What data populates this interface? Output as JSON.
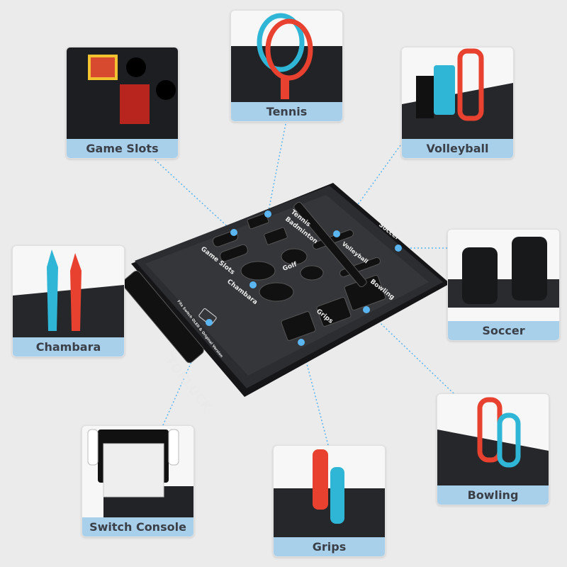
{
  "panels": {
    "game_slots": "Game Slots",
    "tennis_badminton": "Tennis Badminton",
    "volleyball": "Volleyball",
    "chambara": "Chambara",
    "soccer": "Soccer",
    "switch_console": "Switch Console",
    "grips": "Grips",
    "bowling": "Bowling"
  },
  "tray": {
    "brand": "TOKLUCK",
    "fit_note": "Fits Switch OLED & Original Version",
    "slots": {
      "tennis": "Tennis",
      "badminton": "Badminton",
      "game_slots": "Game Slots",
      "volleyball": "Volleyball",
      "soccer": "Soccer",
      "golf": "Golf",
      "chambara": "Chambara",
      "bowling": "Bowling",
      "grips": "Grips"
    }
  },
  "colors": {
    "background": "#ebebeb",
    "label_bg": "#a9d0ea",
    "label_text": "#3a3f48",
    "tray": "#2a2b2e",
    "callout_dot": "#5bb5f0",
    "joycon_red": "#e8412f",
    "joycon_blue": "#2fb6d6"
  }
}
